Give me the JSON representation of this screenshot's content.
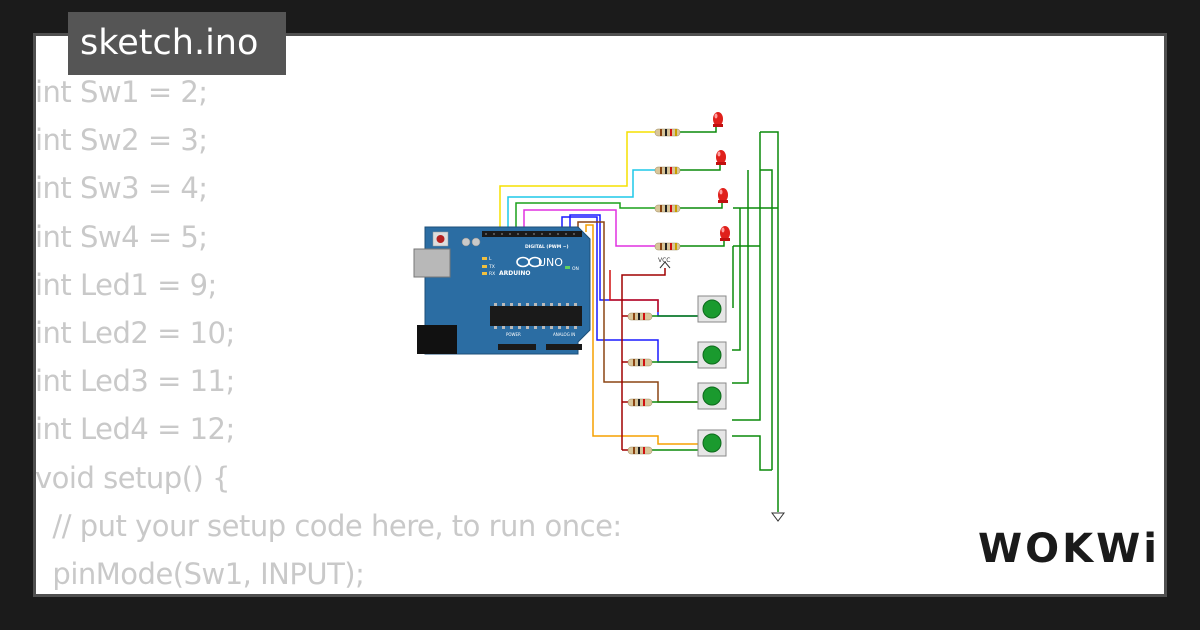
{
  "tab": {
    "filename": "sketch.ino"
  },
  "code_lines": [
    "int Sw1 = 2;",
    "int Sw2 = 3;",
    "int Sw3 = 4;",
    "int Sw4 = 5;",
    "int Led1 = 9;",
    "int Led2 = 10;",
    "int Led3 = 11;",
    "int Led4 = 12;",
    "void setup() {",
    "  // put your setup code here, to run once:",
    "  pinMode(Sw1, INPUT);"
  ],
  "board": {
    "name": "UNO",
    "maker": "ARDUINO",
    "digital_label": "DIGITAL (PWM ~)",
    "power_label": "POWER",
    "analog_label": "ANALOG IN",
    "on_label": "ON",
    "l_label": "L",
    "tx_label": "TX",
    "rx_label": "RX"
  },
  "vcc_label": "VCC",
  "brand": "WOKWi",
  "colors": {
    "background": "#1b1b1b",
    "card": "#ffffff",
    "code_text": "#c9c9c9",
    "tab_bg": "#555555",
    "board_blue": "#2b6da3",
    "led_red": "#e0201b",
    "button_green": "#1a9a2e",
    "wire_green": "#0a8a0a",
    "wire_yellow": "#f5e000",
    "wire_cyan": "#1ec8e8",
    "wire_magenta": "#e030e0",
    "wire_blue": "#1a1aff",
    "wire_red": "#d01010",
    "wire_orange": "#f5a000",
    "wire_brown": "#8b4513",
    "wire_darkred": "#a00000"
  }
}
